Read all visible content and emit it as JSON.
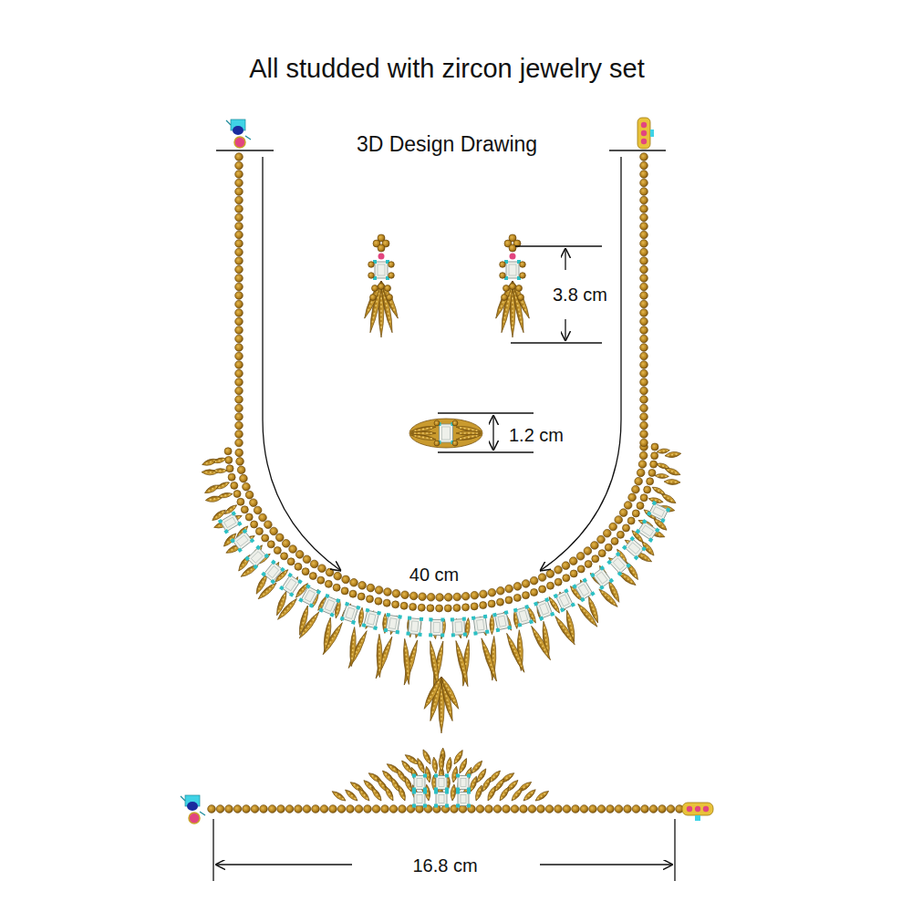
{
  "diagram": {
    "title": "All studded with zircon jewelry set",
    "labels": [
      "3D Design Drawing",
      "3.8 cm",
      "1.2 cm",
      "40 cm",
      "16.8 cm"
    ]
  }
}
